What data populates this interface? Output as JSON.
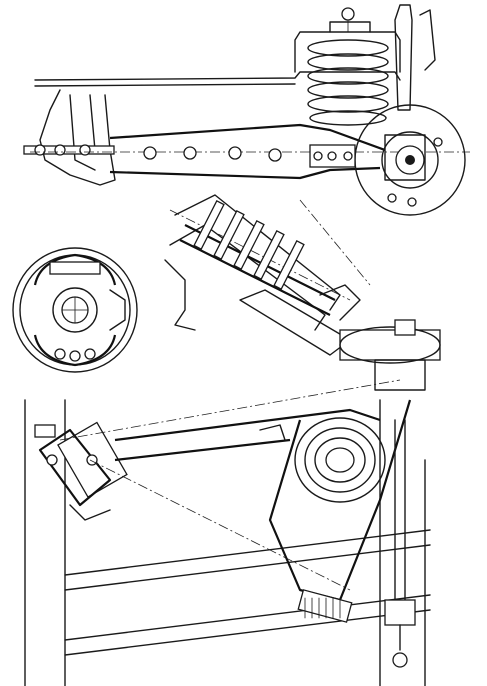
{
  "image": {
    "kind": "technical-drawing",
    "views": [
      "side-view-suspension-arm-with-coil-spring",
      "rear-view-brake-backing-plate",
      "pivot-bar-detail",
      "plan-view-suspension-arm"
    ]
  },
  "colors": {
    "ink": "#1a1a1a",
    "paper": "#ffffff"
  }
}
